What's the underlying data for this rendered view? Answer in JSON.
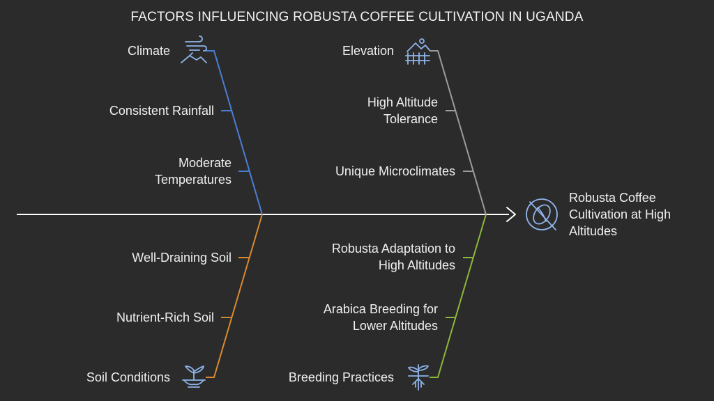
{
  "title": "FACTORS INFLUENCING ROBUSTA COFFEE CULTIVATION IN UGANDA",
  "effect": {
    "line1": "Robusta Coffee",
    "line2": "Cultivation at High",
    "line3": "Altitudes",
    "icon": "coffee-bean-crossed-icon"
  },
  "categories": {
    "climate": {
      "label": "Climate",
      "icon": "climate-wind-icon",
      "color": "#4a7fd4",
      "causes": [
        {
          "line1": "Consistent Rainfall"
        },
        {
          "line1": "Moderate",
          "line2": "Temperatures"
        }
      ]
    },
    "elevation": {
      "label": "Elevation",
      "icon": "mountain-fence-icon",
      "color": "#9c9c9c",
      "causes": [
        {
          "line1": "High Altitude",
          "line2": "Tolerance"
        },
        {
          "line1": "Unique Microclimates"
        }
      ]
    },
    "soil": {
      "label": "Soil Conditions",
      "icon": "sprout-soil-icon",
      "color": "#d98a2f",
      "causes": [
        {
          "line1": "Well-Draining Soil"
        },
        {
          "line1": "Nutrient-Rich Soil"
        }
      ]
    },
    "breeding": {
      "label": "Breeding Practices",
      "icon": "plant-roots-icon",
      "color": "#8cb83c",
      "causes": [
        {
          "line1": "Robusta Adaptation to",
          "line2": "High Altitudes"
        },
        {
          "line1": "Arabica Breeding for",
          "line2": "Lower Altitudes"
        }
      ]
    }
  }
}
